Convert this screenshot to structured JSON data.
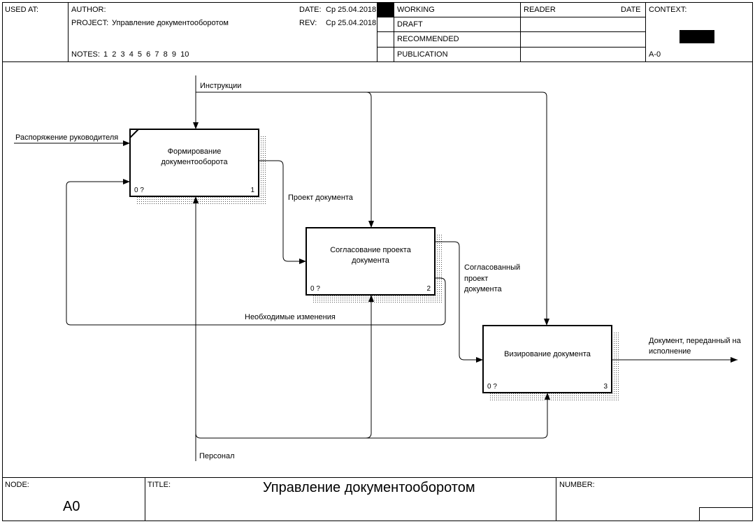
{
  "header": {
    "used_at": "USED AT:",
    "author": "AUTHOR:",
    "project_label": "PROJECT:",
    "project_value": "Управление документооборотом",
    "notes_label": "NOTES:",
    "notes_numbers": "1  2  3  4  5  6  7  8  9  10",
    "date_label": "DATE:",
    "date_value": "Ср 25.04.2018",
    "rev_label": "REV:",
    "rev_value": "Ср 25.04.2018",
    "status": [
      "WORKING",
      "DRAFT",
      "RECOMMENDED",
      "PUBLICATION"
    ],
    "reader": "READER",
    "reader_date": "DATE",
    "context": "CONTEXT:",
    "context_node": "A-0"
  },
  "boxes": [
    {
      "title": "Формирование документооборота",
      "cost": "0 ?",
      "number": "1"
    },
    {
      "title": "Согласование проекта документа",
      "cost": "0 ?",
      "number": "2"
    },
    {
      "title": "Визирование документа",
      "cost": "0 ?",
      "number": "3"
    }
  ],
  "arrows": {
    "instructions": "Инструкции",
    "order": "Распоряжение руководителя",
    "draft": "Проект документа",
    "agreed_1": "Согласованный",
    "agreed_2": "проект",
    "agreed_3": "документа",
    "changes": "Необходимые изменения",
    "output_1": "Документ, переданный на",
    "output_2": "исполнение",
    "personnel": "Персонал"
  },
  "footer": {
    "node_label": "NODE:",
    "node_value": "A0",
    "title_label": "TITLE:",
    "title_value": "Управление документооборотом",
    "number_label": "NUMBER:"
  }
}
